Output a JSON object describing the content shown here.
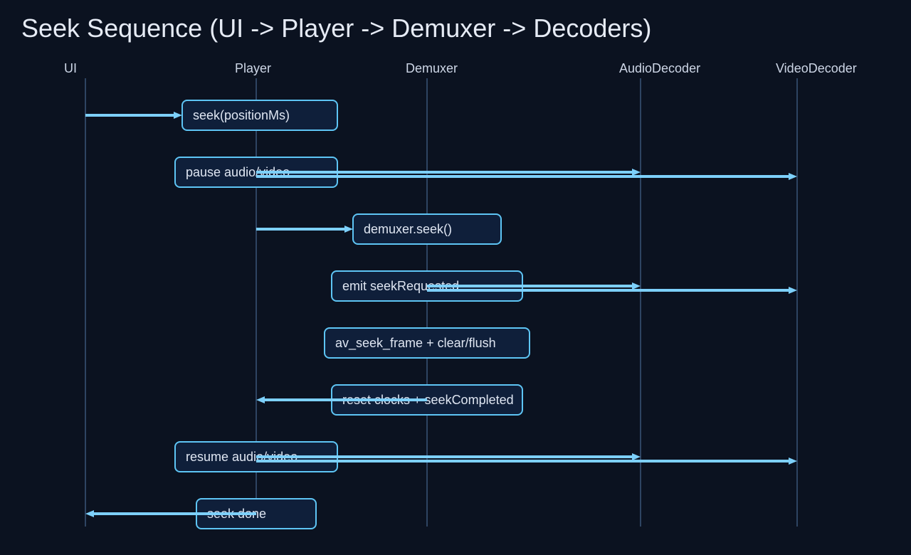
{
  "title": "Seek Sequence (UI -> Player -> Demuxer -> Decoders)",
  "colors": {
    "background": "#0b1220",
    "lifeline": "#2e4462",
    "box_fill": "#0f1f3a",
    "box_stroke": "#5ec5f5",
    "arrow": "#7dd0fb",
    "text": "#dfe6f2"
  },
  "participants": [
    {
      "id": "ui",
      "label": "UI"
    },
    {
      "id": "player",
      "label": "Player"
    },
    {
      "id": "demuxer",
      "label": "Demuxer"
    },
    {
      "id": "audio",
      "label": "AudioDecoder"
    },
    {
      "id": "video",
      "label": "VideoDecoder"
    }
  ],
  "messages": [
    {
      "label": "seek(positionMs)",
      "from": "ui",
      "to": [
        "player"
      ]
    },
    {
      "label": "pause audio/video",
      "from": "player",
      "to": [
        "audio",
        "video"
      ]
    },
    {
      "label": "demuxer.seek()",
      "from": "player",
      "to": [
        "demuxer"
      ]
    },
    {
      "label": "emit seekRequested",
      "from": "demuxer",
      "to": [
        "audio",
        "video"
      ]
    },
    {
      "label": "av_seek_frame + clear/flush",
      "from": "demuxer",
      "to": []
    },
    {
      "label": "reset clocks + seekCompleted",
      "from": "demuxer",
      "to": [
        "player"
      ]
    },
    {
      "label": "resume audio/video",
      "from": "player",
      "to": [
        "audio",
        "video"
      ]
    },
    {
      "label": "seek done",
      "from": "player",
      "to": [
        "ui"
      ]
    }
  ]
}
